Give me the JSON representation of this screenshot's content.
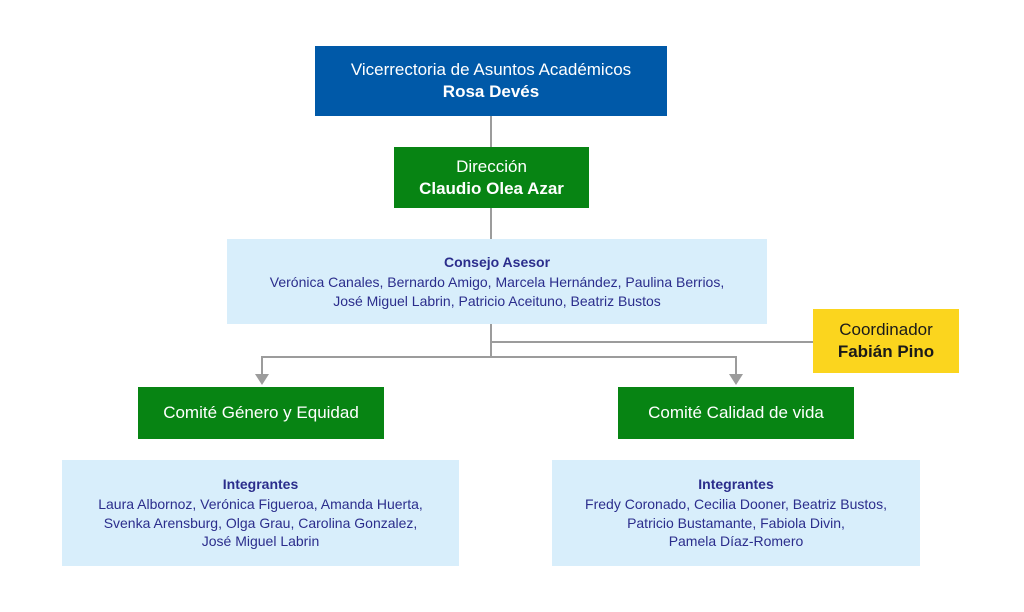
{
  "vicerrectoria": {
    "title": "Vicerrectoria de Asuntos Académicos",
    "name": "Rosa Devés",
    "color": "#0059a8"
  },
  "direccion": {
    "title": "Dirección",
    "name": "Claudio Olea Azar",
    "color": "#078413"
  },
  "consejo": {
    "title": "Consejo Asesor",
    "members_line1": "Verónica Canales, Bernardo Amigo, Marcela Hernández, Paulina Berrios,",
    "members_line2": "José Miguel Labrin, Patricio Aceituno, Beatriz Bustos",
    "color": "#d8eefb"
  },
  "coordinador": {
    "title": "Coordinador",
    "name": "Fabián Pino",
    "color": "#fbd51e"
  },
  "committees": [
    {
      "title": "Comité Género y Equidad",
      "members_heading": "Integrantes",
      "members_lines": [
        "Laura Albornoz, Verónica Figueroa, Amanda Huerta,",
        "Svenka Arensburg, Olga Grau, Carolina Gonzalez,",
        "José Miguel Labrin"
      ]
    },
    {
      "title": "Comité Calidad de vida",
      "members_heading": "Integrantes",
      "members_lines": [
        "Fredy Coronado, Cecilia Dooner, Beatriz Bustos,",
        "Patricio Bustamante, Fabiola Divin,",
        "Pamela Díaz-Romero"
      ]
    }
  ]
}
